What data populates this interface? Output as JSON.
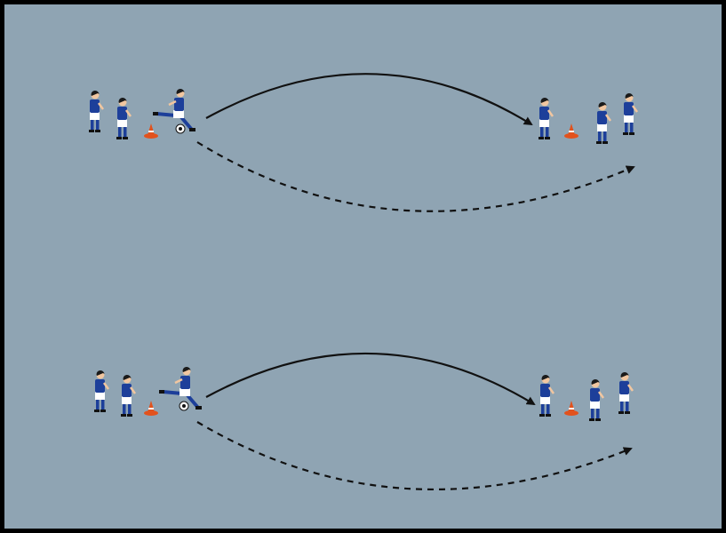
{
  "colors": {
    "border": "#000000",
    "pitch": "#8fa4b3",
    "shirt": "#1d3f9a",
    "shorts": "#ffffff",
    "skin": "#f1c6a0",
    "hair": "#1a1a1a",
    "cone": "#e2521d",
    "arrow": "#111111"
  },
  "drills": [
    {
      "name": "top-drill",
      "pass": "solid-arrow",
      "run": "dashed-arrow"
    },
    {
      "name": "bottom-drill",
      "pass": "solid-arrow",
      "run": "dashed-arrow"
    }
  ]
}
